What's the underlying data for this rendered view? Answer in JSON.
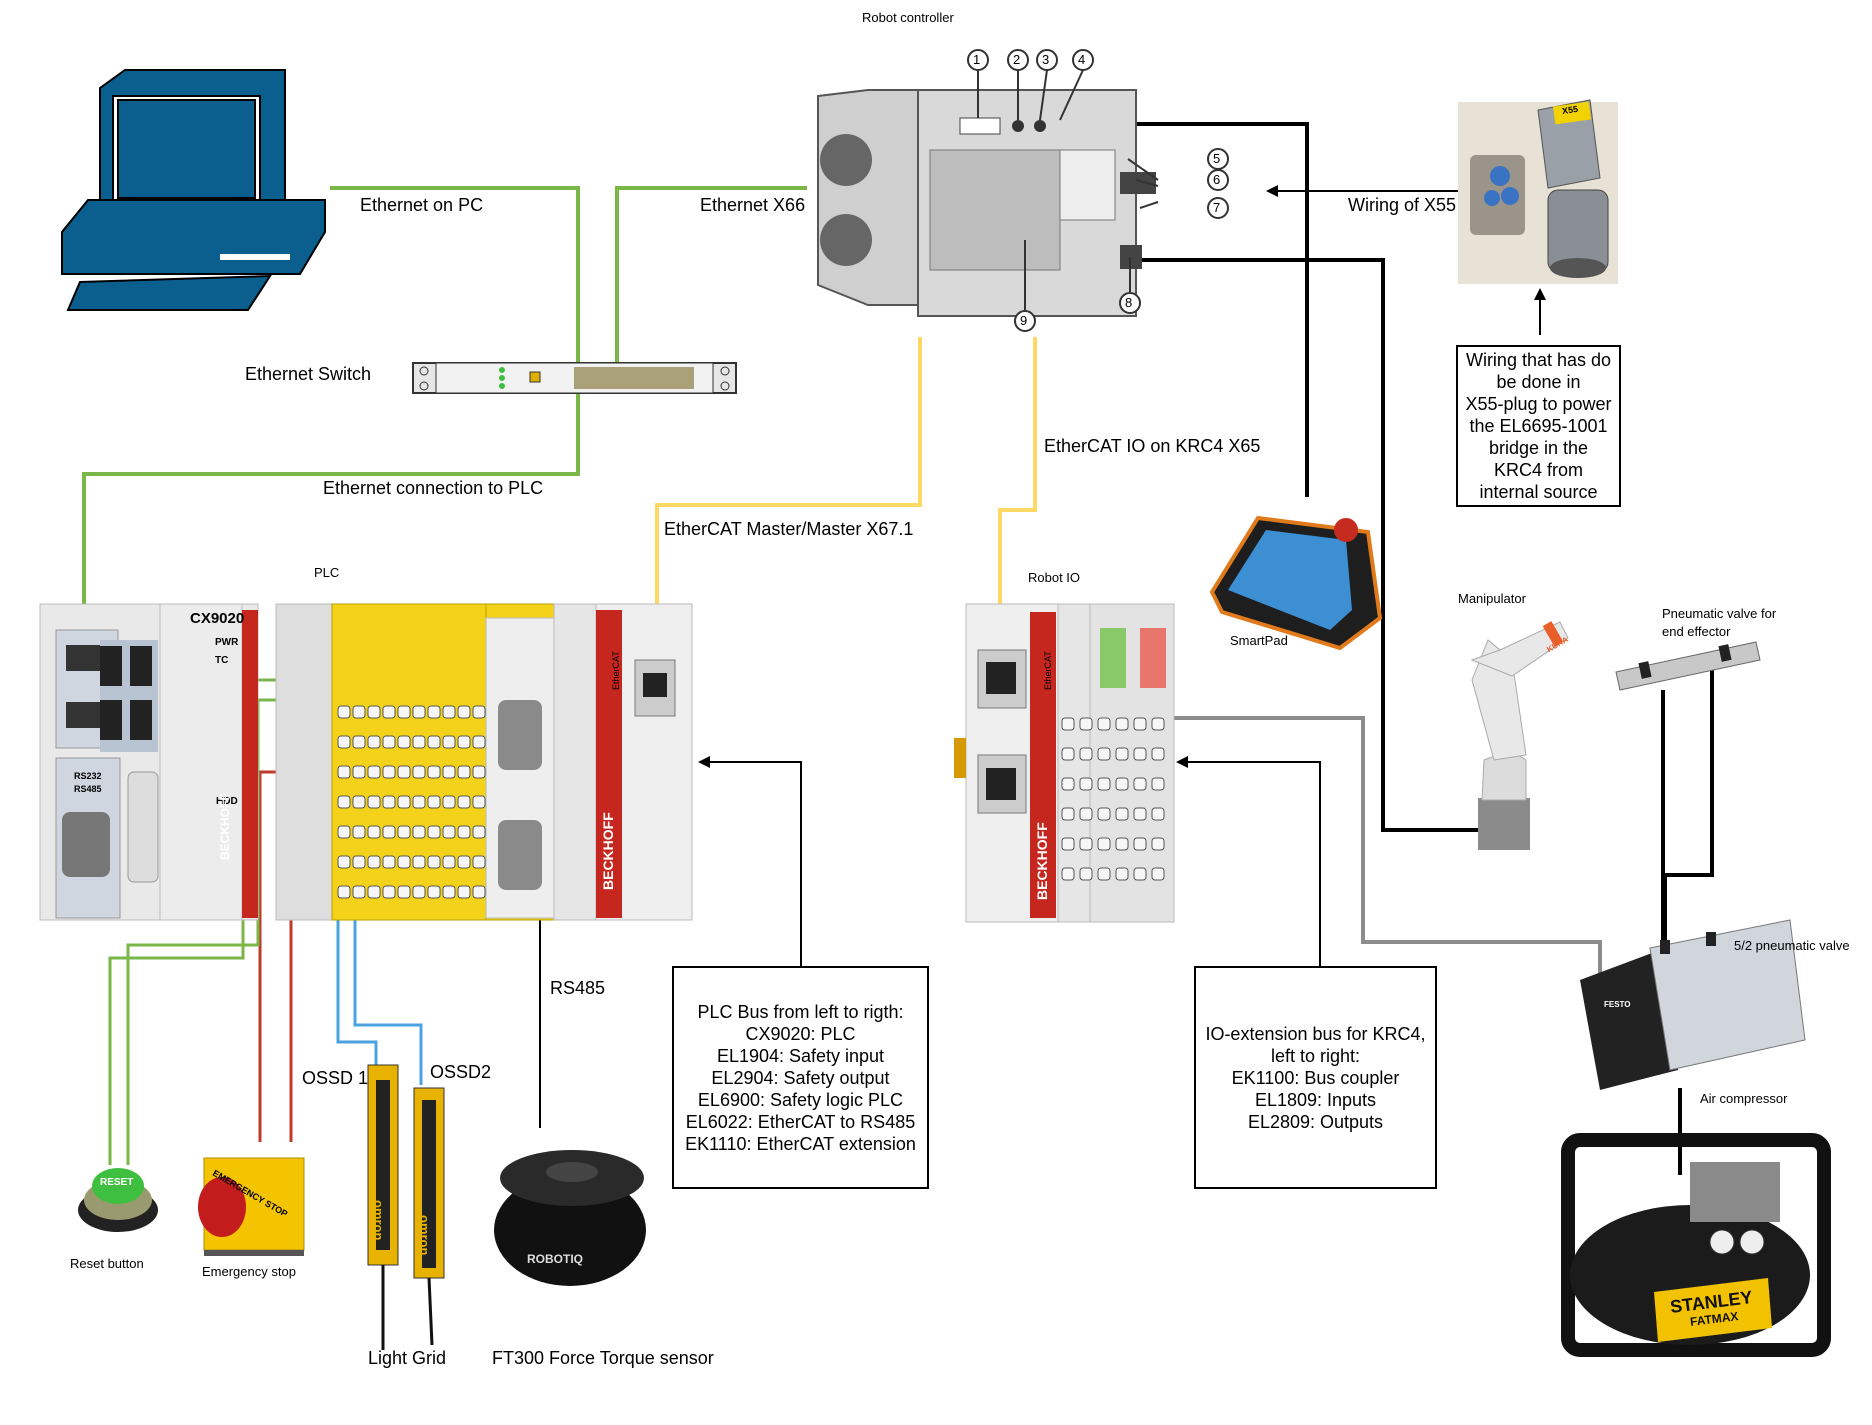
{
  "labels": {
    "robot_controller": "Robot controller",
    "ethernet_on_pc": "Ethernet on PC",
    "ethernet_x66": "Ethernet X66",
    "wiring_of_x55": "Wiring of X55",
    "ethernet_switch": "Ethernet Switch",
    "ethernet_connection_plc": "Ethernet connection to PLC",
    "ethercat_io_krc4": "EtherCAT IO on KRC4 X65",
    "ethercat_master": "EtherCAT Master/Master X67.1",
    "plc": "PLC",
    "robot_io": "Robot IO",
    "smartpad": "SmartPad",
    "manipulator": "Manipulator",
    "pneumatic_valve_effector": [
      "Pneumatic valve for",
      "end effector"
    ],
    "pneumatic_52": "5/2 pneumatic valve",
    "air_compressor": "Air compressor",
    "rs485": "RS485",
    "ossd1": "OSSD 1",
    "ossd2": "OSSD2",
    "reset_button": "Reset button",
    "emergency_stop": "Emergency stop",
    "light_grid": "Light Grid",
    "ft300": "FT300 Force Torque sensor"
  },
  "callout_numbers": [
    "1",
    "2",
    "3",
    "4",
    "5",
    "6",
    "7",
    "8",
    "9"
  ],
  "device_text": {
    "cx9020": "CX9020",
    "pwr": "PWR",
    "tc": "TC",
    "hdd": "HDD",
    "rs232": "RS232",
    "rs485_port": "RS485",
    "beckhoff": "BECKHOFF",
    "ethercat": "EtherCAT",
    "x55": "X55",
    "reset": "RESET",
    "emergency": "EMERGENCY STOP",
    "omron": "omron",
    "robotiq": "ROBOTIQ",
    "stanley": "STANLEY",
    "fatmax": "FATMAX",
    "kuka": "KUKA",
    "festo": "FESTO"
  },
  "boxes": {
    "x55_note": [
      "Wiring that has do",
      "be done in",
      "X55-plug to power",
      "the EL6695-1001",
      "bridge in the",
      "KRC4 from",
      "internal source"
    ],
    "plc_bus": [
      "PLC Bus from left to rigth:",
      "CX9020: PLC",
      "EL1904: Safety input",
      "EL2904: Safety output",
      "EL6900: Safety logic PLC",
      "EL6022: EtherCAT to RS485",
      "EK1110: EtherCAT extension"
    ],
    "io_bus": [
      "IO-extension bus for KRC4,",
      "left to right:",
      "EK1100: Bus coupler",
      "EL1809: Inputs",
      "EL2809: Outputs"
    ]
  },
  "colors": {
    "ethernet": "#7ab648",
    "ethercat": "#ffd966",
    "safety_red": "#c0392b",
    "ossd_blue": "#4aa3df",
    "signal_black": "#000000",
    "bus_gray": "#8c8c8c",
    "pc_blue": "#0b5f8f",
    "plc_yellow": "#f4d21a"
  }
}
